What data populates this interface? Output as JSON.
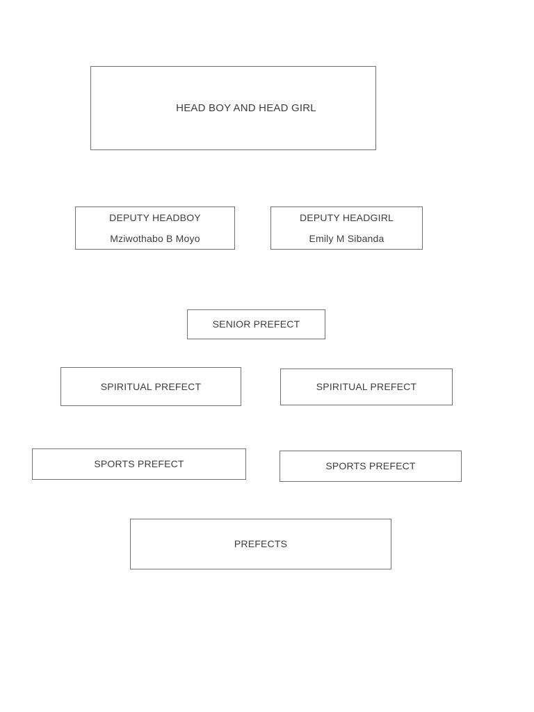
{
  "page": {
    "background": "#ffffff",
    "box_border_color": "#6f6f6f",
    "text_color": "#3d3d3d"
  },
  "org_chart": {
    "boxes": [
      {
        "id": "head-boy-and-head-girl",
        "title": "HEAD BOY AND HEAD GIRL"
      },
      {
        "id": "deputy-headboy",
        "title": "DEPUTY HEADBOY",
        "person": "Mziwothabo B Moyo"
      },
      {
        "id": "deputy-headgirl",
        "title": "DEPUTY HEADGIRL",
        "person": "Emily M Sibanda"
      },
      {
        "id": "senior-prefect",
        "title": "SENIOR PREFECT"
      },
      {
        "id": "spiritual-prefect-left",
        "title": "SPIRITUAL PREFECT"
      },
      {
        "id": "spiritual-prefect-right",
        "title": "SPIRITUAL PREFECT"
      },
      {
        "id": "sports-prefect-left",
        "title": "SPORTS PREFECT"
      },
      {
        "id": "sports-prefect-right",
        "title": "SPORTS PREFECT"
      },
      {
        "id": "prefects",
        "title": "PREFECTS"
      }
    ]
  }
}
